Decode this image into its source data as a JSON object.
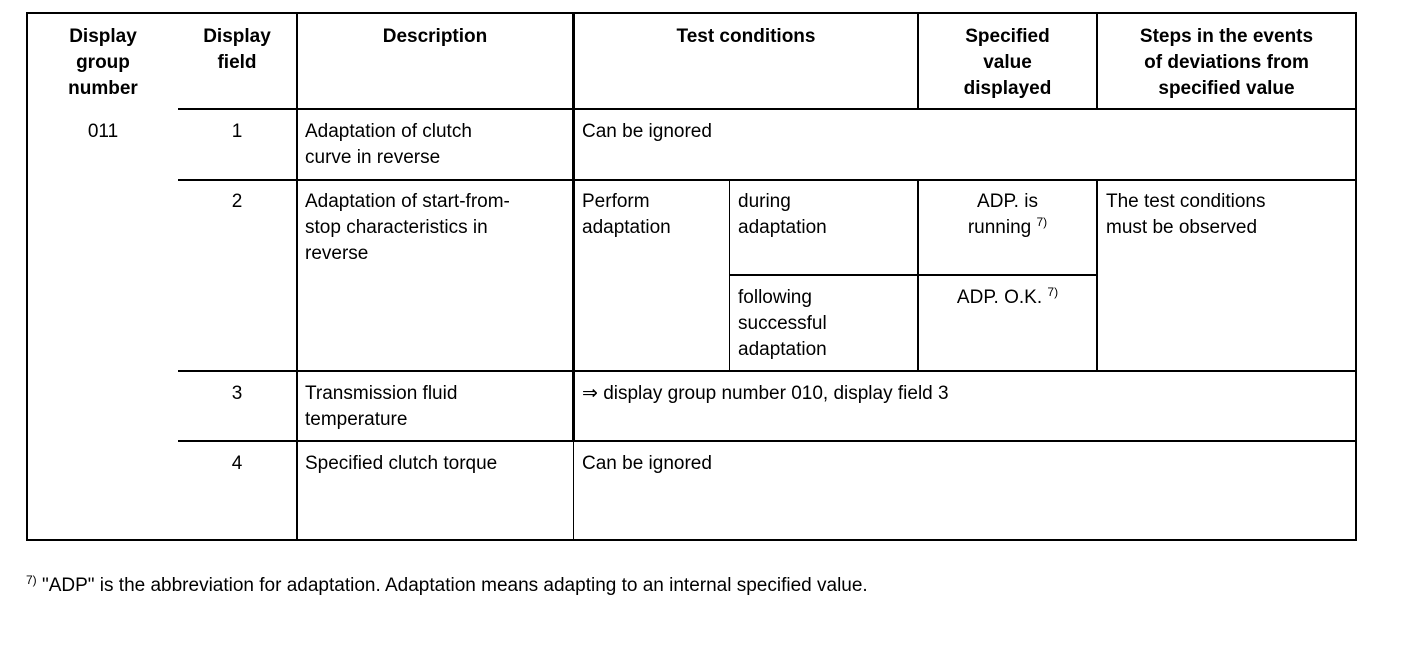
{
  "headers": {
    "group": "Display\ngroup\nnumber",
    "field": "Display\nfield",
    "description": "Description",
    "conditions": "Test conditions",
    "specified": "Specified\nvalue\ndisplayed",
    "steps": "Steps in the events\nof deviations from\nspecified value"
  },
  "group_number": "011",
  "rows": [
    {
      "field": "1",
      "description": "Adaptation of clutch\ncurve in reverse",
      "conditions": "Can be ignored"
    },
    {
      "field": "2",
      "description": "Adaptation of start-from-\nstop characteristics in\nreverse",
      "condition_main": "Perform\nadaptation",
      "sub": [
        {
          "condition": "during\nadaptation",
          "value": "ADP. is\nrunning",
          "note": "7)"
        },
        {
          "condition": "following\nsuccessful\nadaptation",
          "value": "ADP. O.K.",
          "note": "7)"
        }
      ],
      "steps": "The test conditions\nmust be observed"
    },
    {
      "field": "3",
      "description": "Transmission fluid\ntemperature",
      "conditions": "⇒ display group number 010, display field 3"
    },
    {
      "field": "4",
      "description": "Specified clutch torque",
      "conditions": "Can be ignored"
    }
  ],
  "footnote": {
    "mark": "7)",
    "text": "\"ADP\" is the abbreviation for adaptation. Adaptation means adapting to an internal specified value."
  }
}
